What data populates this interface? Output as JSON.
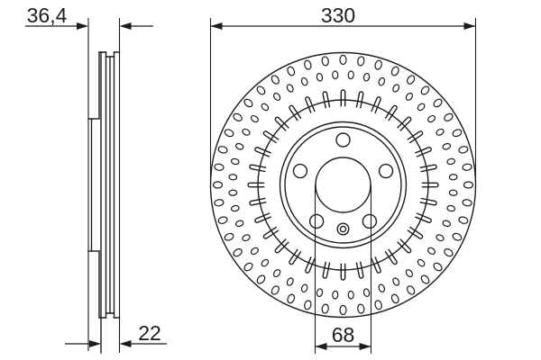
{
  "drawing": {
    "title": "brake-disc-two-view-technical-drawing",
    "dimensions": {
      "overall_width": "36,4",
      "outer_diameter": "330",
      "disc_thickness": "22",
      "center_bore_diameter": "68"
    },
    "pattern": {
      "outer_ring_holes": 44,
      "middle_ring_holes": 44,
      "inner_edge_slots": 32,
      "wheel_bolt_holes": 5
    },
    "colors": {
      "line": "#1c1c1c",
      "background": "#ffffff"
    }
  }
}
